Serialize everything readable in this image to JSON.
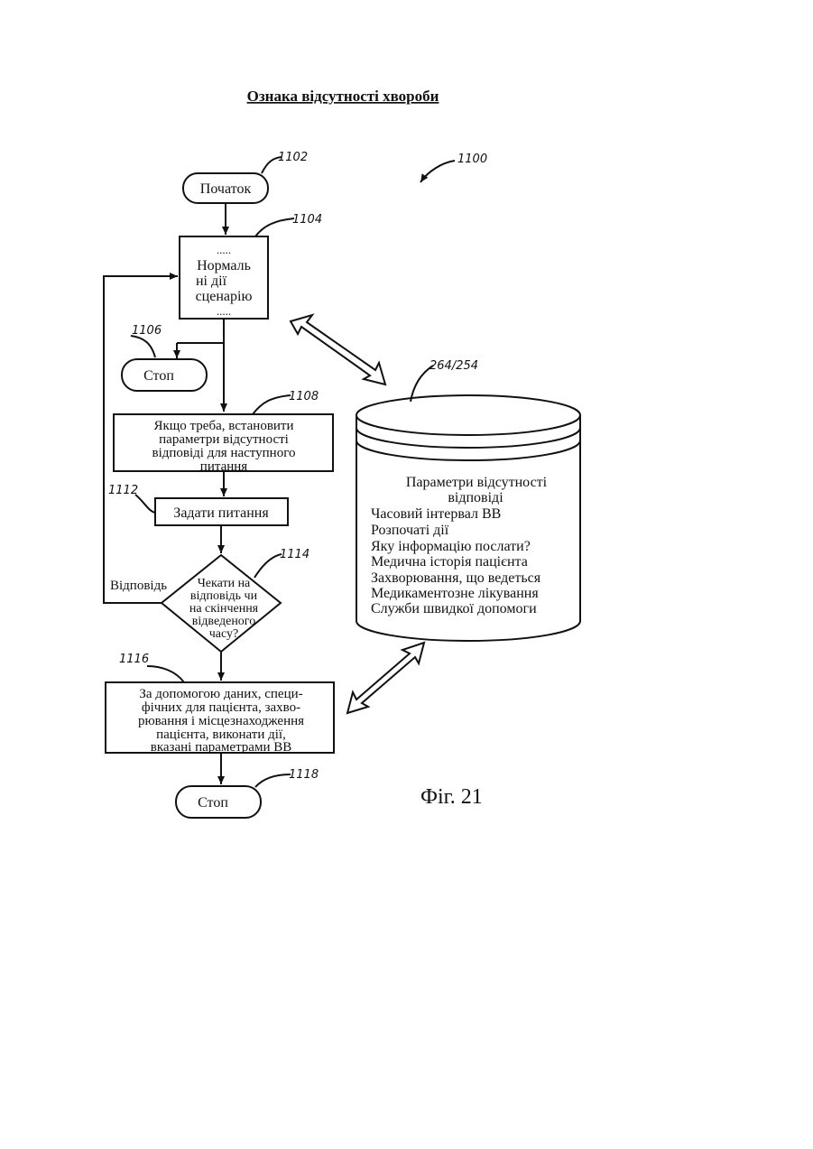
{
  "title": "Ознака відсутності хвороби",
  "figure_label": "Фіг. 21",
  "refs": {
    "r1100": "1100",
    "r1102": "1102",
    "r1104": "1104",
    "r1106": "1106",
    "r1108": "1108",
    "r1112": "1112",
    "r1114": "1114",
    "r1116": "1116",
    "r1118": "1118",
    "db": "264/254"
  },
  "nodes": {
    "start": "Початок",
    "normal": {
      "dots_top": ".....",
      "line1": "Нормаль",
      "line2": "ні дії",
      "line3": "сценарію",
      "dots_bottom": "....."
    },
    "stop1": "Стоп",
    "setup": {
      "line1": "Якщо треба, встановити",
      "line2": "параметри відсутності",
      "line3": "відповіді для наступного",
      "line4": "питання"
    },
    "ask": "Задати питання",
    "decision": {
      "line1": "Чекати на",
      "line2": "відповідь чи",
      "line3": "на скінчення",
      "line4": "відведеного",
      "line5": "часу?"
    },
    "answer_label": "Відповідь",
    "action": {
      "line1": "За допомогою даних, специ-",
      "line2": "фічних для пацієнта, захво-",
      "line3": "рювання і місцезнаходження",
      "line4": "пацієнта, виконати дії,",
      "line5": "вказані параметрами ВВ"
    },
    "stop2": "Стоп"
  },
  "database": {
    "heading1": "Параметри відсутності",
    "heading2": "відповіді",
    "items": [
      "Часовий інтервал ВВ",
      "Розпочаті дії",
      "Яку інформацію послати?",
      "Медична історія пацієнта",
      "Захворювання, що ведеться",
      "Медикаментозне лікування",
      "Служби швидкої допомоги"
    ]
  }
}
